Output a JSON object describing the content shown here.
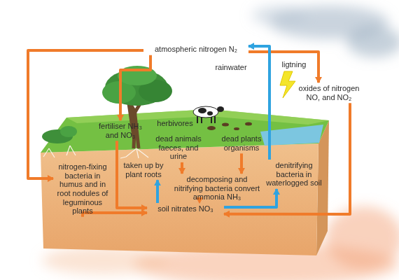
{
  "diagram": {
    "nodes": [
      {
        "text": [
          "atmospheric nitrogen N₂"
        ]
      },
      {
        "text": [
          "oxides of nitrogen NO, and NO₂"
        ]
      },
      {
        "text": [
          "fertiliser NH₃ and NO₃"
        ]
      },
      {
        "text": [
          "dead animals faeces, and urine"
        ]
      },
      {
        "text": [
          "dead plants organisms"
        ]
      },
      {
        "text": [
          "nitrogen-fixing bacteria in humus and in root nodules of leguminous plants"
        ]
      },
      {
        "text": [
          "taken up by plant roots"
        ]
      },
      {
        "text": [
          "decomposing and nitrifying bacteria convert ammonia NH₃"
        ]
      },
      {
        "text": [
          "denitrifying bacteria in waterlogged soil"
        ]
      },
      {
        "text": [
          "soil nitrates NO₃"
        ]
      }
    ],
    "edges": [
      {
        "from": 0,
        "to": 5,
        "arrow": "to"
      },
      {
        "from": 0,
        "to": 2,
        "arrow": "to"
      },
      {
        "from": 0,
        "to": 1,
        "arrow": "to"
      },
      {
        "from": 1,
        "to": 9,
        "arrow": "to"
      },
      {
        "from": 2,
        "to": 9,
        "arrow": "to"
      },
      {
        "from": 5,
        "to": 9,
        "arrow": "to"
      },
      {
        "from": 3,
        "to": 7,
        "arrow": "to"
      },
      {
        "from": 4,
        "to": 7,
        "arrow": "to"
      },
      {
        "from": 7,
        "to": 9,
        "arrow": "to"
      },
      {
        "from": 9,
        "to": 6,
        "arrow": "to"
      },
      {
        "from": 9,
        "to": 8,
        "arrow": "to"
      },
      {
        "from": 8,
        "to": 0,
        "arrow": "to"
      }
    ],
    "labels": [
      "ligtning",
      "rainwater",
      "herbivores"
    ]
  }
}
